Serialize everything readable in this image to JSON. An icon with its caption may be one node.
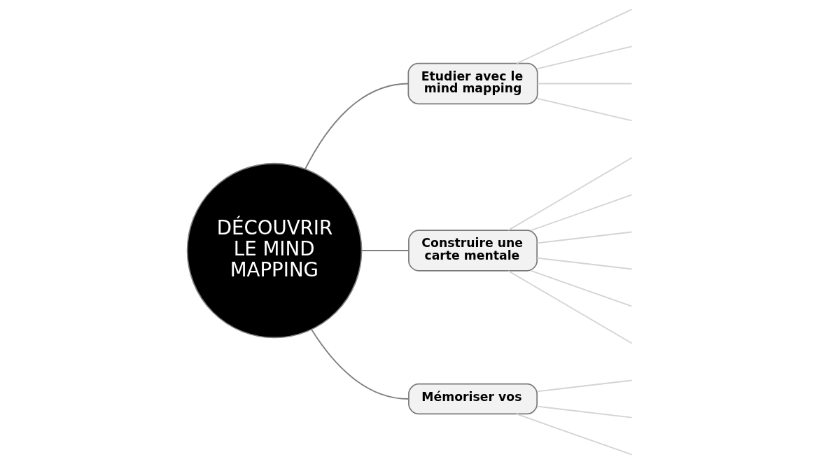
{
  "diagram": {
    "nodes": [
      {
        "text": [
          "DÉCOUVRIR LE MIND MAPPING"
        ]
      },
      {
        "text": [
          "Etudier avec le mind mapping"
        ]
      },
      {
        "text": [
          "Construire une carte mentale"
        ]
      },
      {
        "text": [
          "Mémoriser vos"
        ]
      }
    ],
    "edges": [
      {
        "from": 0,
        "to": 1,
        "arrow": "none",
        "color": "#7f7f7f"
      },
      {
        "from": 0,
        "to": 2,
        "arrow": "none",
        "color": "#7f7f7f"
      },
      {
        "from": 0,
        "to": 3,
        "arrow": "none",
        "color": "#7f7f7f"
      },
      {
        "from": 1,
        "to": null,
        "arrow": "none"
      },
      {
        "from": 1,
        "to": null,
        "arrow": "none"
      },
      {
        "from": 1,
        "to": null,
        "arrow": "none"
      },
      {
        "from": 1,
        "to": null,
        "arrow": "none"
      },
      {
        "from": 2,
        "to": null,
        "arrow": "none"
      },
      {
        "from": 2,
        "to": null,
        "arrow": "none"
      },
      {
        "from": 2,
        "to": null,
        "arrow": "none"
      },
      {
        "from": 2,
        "to": null,
        "arrow": "none"
      },
      {
        "from": 2,
        "to": null,
        "arrow": "none"
      },
      {
        "from": 2,
        "to": null,
        "arrow": "none"
      },
      {
        "from": 3,
        "to": null,
        "arrow": "none"
      },
      {
        "from": 3,
        "to": null,
        "arrow": "none"
      },
      {
        "from": 3,
        "to": null,
        "arrow": "none"
      }
    ]
  }
}
